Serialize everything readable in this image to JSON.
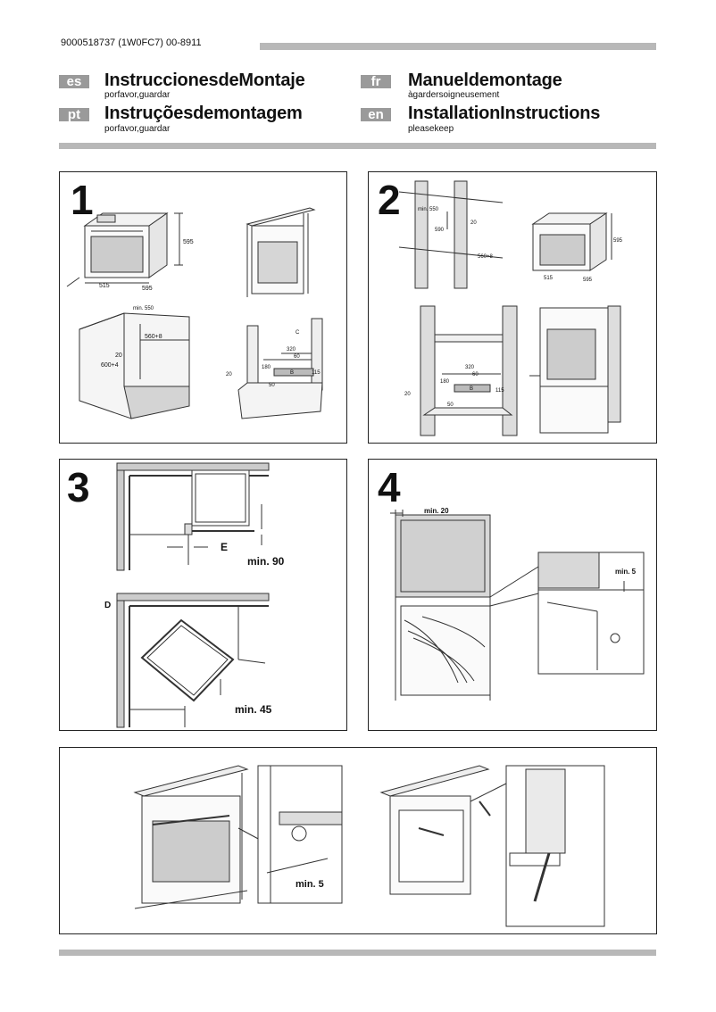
{
  "document_number": "9000518737 (1W0FC7) 00-8911",
  "languages": [
    {
      "code": "es",
      "title": "InstruccionesdeMontaje",
      "subtitle": "porfavor,guardar"
    },
    {
      "code": "fr",
      "title": "Manueldemontage",
      "subtitle": "àgardersoigneusement"
    },
    {
      "code": "pt",
      "title": "Instruçõesdemontagem",
      "subtitle": "porfavor,guardar"
    },
    {
      "code": "en",
      "title": "InstallationInstructions",
      "subtitle": "pleasekeep"
    }
  ],
  "steps": {
    "s1": {
      "number": "1",
      "oven_dims": [
        "595",
        "515",
        "595"
      ],
      "cabinet_dims": [
        "min. 550",
        "560+8",
        "600+4",
        "20"
      ],
      "recess_dims": [
        "320",
        "60",
        "180",
        "20",
        "50",
        "115",
        "B",
        "C"
      ]
    },
    "s2": {
      "number": "2",
      "column_dims": [
        "min. 550",
        "20",
        "590",
        "560+8"
      ],
      "oven_dims": [
        "595",
        "515",
        "595"
      ],
      "recess_dims": [
        "320",
        "60",
        "180",
        "20",
        "50",
        "115",
        "B"
      ]
    },
    "s3": {
      "number": "3",
      "labels": [
        "E",
        "min. 90",
        "D",
        "min. 45"
      ]
    },
    "s4": {
      "number": "4",
      "labels": [
        "min. 20",
        "min. 5"
      ]
    },
    "s5": {
      "labels": [
        "min. 5"
      ]
    }
  }
}
